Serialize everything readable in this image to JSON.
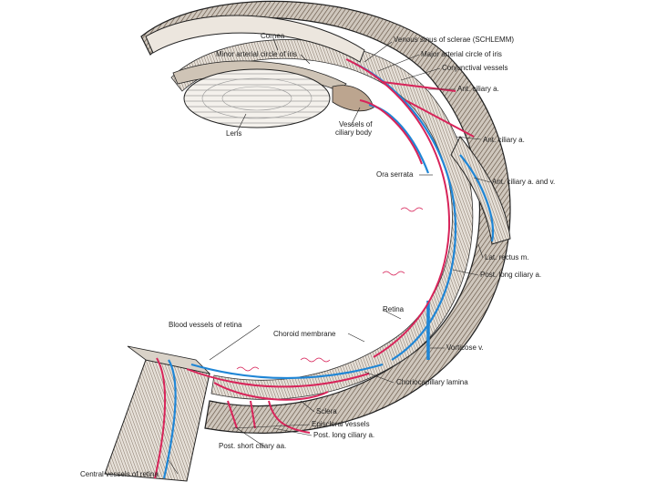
{
  "labels": {
    "cornea": "Cornea",
    "venous_sinus": "Venous sinus of sclerae (SCHLEMM)",
    "minor_arterial_circle": "Minor arterial circle of iris",
    "major_arterial_circle": "Major arterial circle of iris",
    "conjunctival_vessels": "Conjunctival vessels",
    "ant_ciliary_a_1": "Ant. ciliary a.",
    "lens": "Lens",
    "vessels_ciliary_body_1": "Vessels of",
    "vessels_ciliary_body_2": "ciliary body",
    "ant_ciliary_a_2": "Ant. ciliary a.",
    "ora_serrata": "Ora serrata",
    "ant_ciliary_a_and_v": "Ant. ciliary a. and v.",
    "lat_rectus": "Lat. rectus m.",
    "post_long_ciliary_a": "Post. long ciliary a.",
    "retina": "Retina",
    "blood_vessels_retina": "Blood vessels of retina",
    "choroid_membrane": "Choroid membrane",
    "vorticose_v": "Vorticose v.",
    "choriocapillary_lamina": "Choriocapillary lamina",
    "sclera": "Sclera",
    "episcleral_vessels": "Episcleral vessels",
    "post_long_ciliary_a_2": "Post. long ciliary a.",
    "post_short_ciliary_aa": "Post. short ciliary aa.",
    "central_vessels_retina": "Central vessels of retina"
  },
  "colors": {
    "artery": "#d8245a",
    "vein": "#1f86d6",
    "tissue": "#5b4a3a",
    "outline": "#222222"
  }
}
